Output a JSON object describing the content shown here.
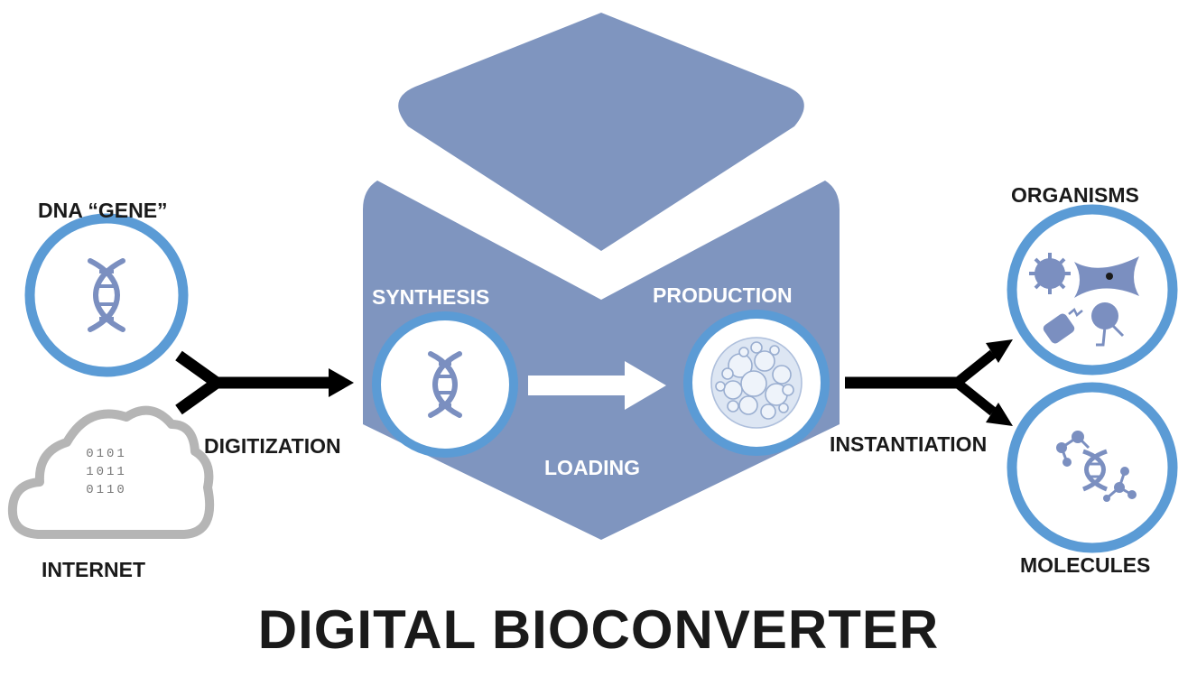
{
  "title": "DIGITAL BIOCONVERTER",
  "inputs": {
    "dna_label": "DNA “GENE”",
    "internet_label": "INTERNET",
    "binary_lines": [
      "0101",
      "1011",
      "0110"
    ]
  },
  "steps": {
    "digitization": "DIGITIZATION",
    "synthesis": "SYNTHESIS",
    "loading": "LOADING",
    "production": "PRODUCTION",
    "instantiation": "INSTANTIATION"
  },
  "outputs": {
    "organisms": "ORGANISMS",
    "molecules": "MOLECULES"
  },
  "colors": {
    "box_fill": "#7f95bf",
    "ring": "#5b9bd5",
    "icon": "#7b8fc0",
    "cloud": "#b5b5b5",
    "arrow": "#000000",
    "text_dark": "#1a1a1a",
    "text_light": "#ffffff"
  },
  "icons": [
    "dna-icon",
    "cloud-icon",
    "dna-icon",
    "cells-icon",
    "organisms-icon",
    "molecules-icon"
  ]
}
